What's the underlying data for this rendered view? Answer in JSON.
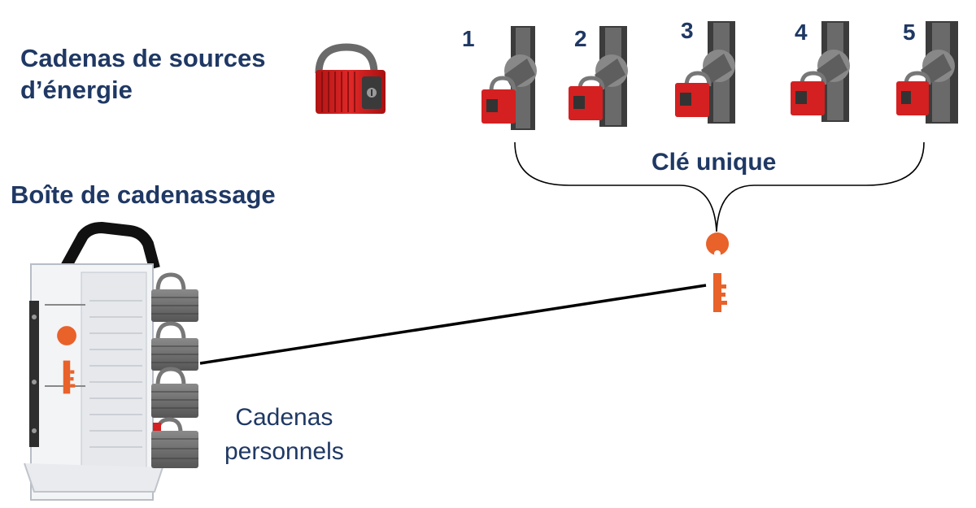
{
  "titles": {
    "energy_locks_line1": "Cadenas de sources",
    "energy_locks_line2": "d’énergie",
    "lockout_box": "Boîte de cadenassage",
    "single_key": "Clé unique",
    "personal_locks_line1": "Cadenas",
    "personal_locks_line2": "personnels"
  },
  "sources": [
    {
      "number": "1"
    },
    {
      "number": "2"
    },
    {
      "number": "3"
    },
    {
      "number": "4"
    },
    {
      "number": "5"
    }
  ],
  "colors": {
    "text": "#1f3864",
    "lock_red": "#d42020",
    "key_orange": "#e8622a",
    "personal_lock_gray": "#6e6e6e",
    "disconnect_gray": "#5a5a5a"
  },
  "icons": [
    "energy-padlock-icon",
    "disconnect-switch-icon",
    "key-icon",
    "lockout-box-icon",
    "personal-padlock-icon"
  ]
}
